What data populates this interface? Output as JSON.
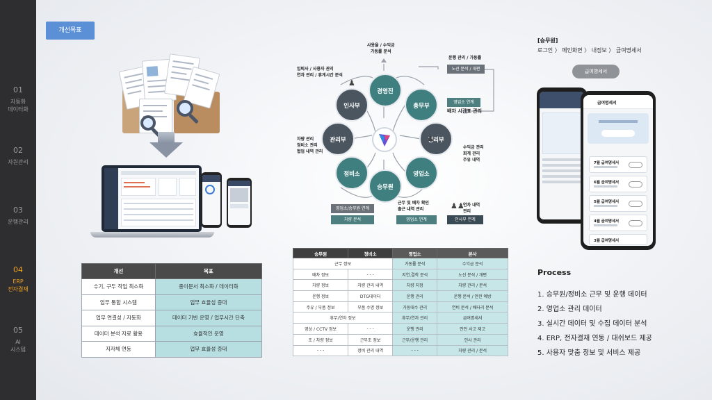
{
  "sidebar": {
    "items": [
      {
        "num": "01",
        "label": "자동화\n데이터화"
      },
      {
        "num": "02",
        "label": "자원관리"
      },
      {
        "num": "03",
        "label": "운행관리"
      },
      {
        "num": "04",
        "label": "ERP\n전자결재"
      },
      {
        "num": "05",
        "label": "AI\n시스템"
      }
    ],
    "active_index": 3,
    "active_color": "#f0a020"
  },
  "tag": {
    "label": "개선목표"
  },
  "goal_table": {
    "headers": [
      "개선",
      "목표"
    ],
    "rows": [
      [
        "수기, 구두 작업 최소화",
        "종이문서 최소화 / 데이터화"
      ],
      [
        "업무 통합 시스템",
        "업무 효율성 증대"
      ],
      [
        "업무 연결성 / 자동화",
        "데이터 기반 운영 / 업무시간 단축"
      ],
      [
        "데이터 분석 자료 활용",
        "효율적인 운영"
      ],
      [
        "지자체 연동",
        "업무 효율성 증대"
      ]
    ]
  },
  "diagram": {
    "nodes": {
      "top": "경영진",
      "upper_right": "총무부",
      "right": "경리부",
      "lower_right": "영업소",
      "bottom": "승무원",
      "lower_left": "정비소",
      "left": "관리부",
      "upper_left": "인사부"
    },
    "annotations": {
      "top": "사용율 / 수익금\n가동률 분석",
      "upper_left": "입퇴사 / 사용자 관리\n연차 관리 / 휴게시간 분석",
      "left": "차량 관리\n정비소 관리\n협업 내역 관리",
      "upper_right_label": "운행 관리 / 가동률",
      "right": "수익금 관리\n회계 관리\n주유 내역",
      "bottom": "근무 및 배차 확인\n출근 내역 관리",
      "bottom_right": "연차 내역\n관리",
      "mid_right": "배차 시간표 관리"
    },
    "boxes": {
      "route": "노선 분석 / 개편",
      "sales_link_right": "영업소 연계",
      "maint_link": "영업소/승무원 연계",
      "vehicle_analysis": "차량 분석",
      "sales_link_bottom": "영업소 연계",
      "hr_link": "인사부 연계"
    }
  },
  "data_table": {
    "headers": [
      "승무원",
      "정비소",
      "영업소",
      "본사"
    ],
    "rows": [
      {
        "span": "근무 정보",
        "c3": "가동률 분석",
        "c4": "수익금 분석"
      },
      {
        "c1": "배차 정보",
        "c2": "- - -",
        "c3": "지연,결착 분석",
        "c4": "노선 분석 / 개편"
      },
      {
        "c1": "차량 정보",
        "c2": "차량 관리 내역",
        "c3": "차량 지정",
        "c4": "차량 관리 / 분석"
      },
      {
        "c1": "운행 정보",
        "c2": "DTG데이터",
        "c3": "운행 관리",
        "c4": "운행 분석 / 안전 예방"
      },
      {
        "c1": "주유 / 부품 정보",
        "c2": "부품 수명 정보",
        "c3": "가동대수 관리",
        "c4": "연비 분석 / 배터리 분석"
      },
      {
        "span": "휴무/연차 정보",
        "c3": "휴무/연차 관리",
        "c4": "급여명세서"
      },
      {
        "c1": "영상 / CCTV 정보",
        "c2": "- - -",
        "c3": "운행 관리",
        "c4": "안전 사고 제고"
      },
      {
        "c1": "조 / 차량 정보",
        "c2": "근무조 정보",
        "c3": "근무/운행 관리",
        "c4": "인사 관리"
      },
      {
        "c1": "- - -",
        "c2": "정비 관리 내역",
        "c3": "- - -",
        "c4": "차량 관리 / 분석"
      }
    ]
  },
  "right_panel": {
    "title": "[승무원]",
    "breadcrumb": "로그인 〉 메인화면 〉 내정보 〉 급여명세서",
    "pill": "급여명세서",
    "phone_right": {
      "header": "급여명세서",
      "items": [
        "7월 급여명세서",
        "6월 급여명세서",
        "5월 급여명세서",
        "4월 급여명세서",
        "3월 급여명세서"
      ]
    }
  },
  "process": {
    "title": "Process",
    "items": [
      "1. 승무원/정비소 근무 및 운행 데이터",
      "2. 영업소 관리 데이터",
      "3. 실시간 데이터 및 수집 데이터 분석",
      "4. ERP, 전자결재 연동 / 대쉬보드 제공",
      "5. 사용자 맞춤 정보 및 서비스 제공"
    ]
  }
}
